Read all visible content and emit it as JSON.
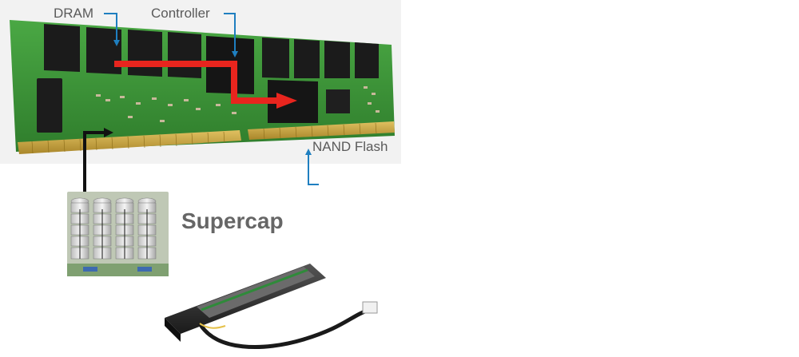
{
  "labels": {
    "dram": "DRAM",
    "controller": "Controller",
    "nand_flash": "NAND Flash",
    "supercap": "Supercap"
  },
  "colors": {
    "pcb_green": "#3f9a3a",
    "chip_black": "#1b1b1b",
    "gold_contacts": "#c9a43a",
    "flow_arrow_red": "#e8251e",
    "pointer_blue": "#1f7fc0",
    "power_arrow_black": "#111111",
    "label_gray": "#5a5a5a"
  }
}
